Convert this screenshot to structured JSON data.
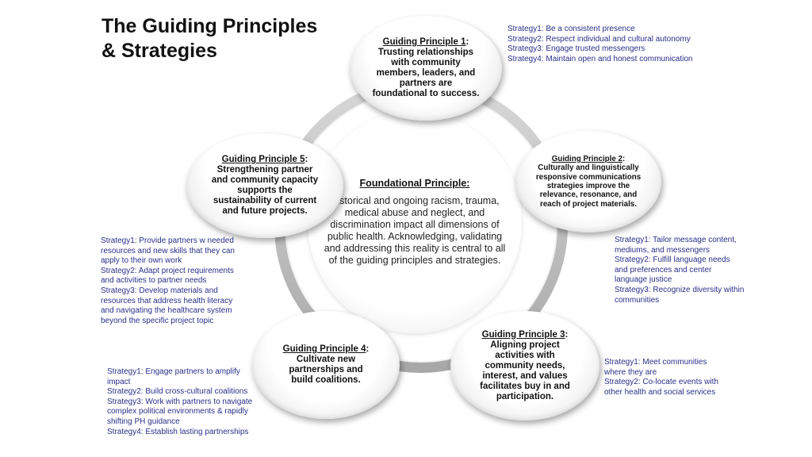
{
  "title": {
    "line1": "The Guiding Principles",
    "line2": "& Strategies"
  },
  "foundational": {
    "title": "Foundational Principle:",
    "body": "Historical and ongoing racism, trauma, medical abuse and neglect, and discrimination impact all dimensions of public health. Acknowledging, validating and addressing this reality is central to all of the guiding principles and strategies."
  },
  "principles": [
    {
      "title": "Guiding Principle 1",
      "text": "Trusting relationships with community members, leaders, and partners are foundational to success."
    },
    {
      "title": "Guiding Principle 2",
      "text": "Culturally and linguistically responsive communications strategies improve the relevance, resonance, and reach of project materials."
    },
    {
      "title": "Guiding Principle 3",
      "text": "Aligning project activities with community needs, interest, and values facilitates buy in and participation."
    },
    {
      "title": "Guiding Principle 4",
      "text": "Cultivate new partnerships and build coalitions."
    },
    {
      "title": "Guiding Principle 5",
      "text": "Strengthening partner and community capacity supports the sustainability of current and future projects."
    }
  ],
  "strategies": {
    "gp1": [
      "Strategy1: Be a consistent presence",
      "Strategy2: Respect individual and cultural autonomy",
      "Strategy3: Engage trusted messengers",
      "Strategy4: Maintain open and honest communication"
    ],
    "gp2": [
      "Strategy1: Tailor message content,",
      "mediums, and messengers",
      "Strategy2: Fulfill language needs",
      "and preferences and center",
      "language justice",
      "Strategy3: Recognize diversity within",
      "communities"
    ],
    "gp3": [
      "Strategy1: Meet communities",
      "where they are",
      "Strategy2: Co-locate events with",
      "other health and social services"
    ],
    "gp4": [
      "Strategy1: Engage partners to amplify",
      "impact",
      "Strategy2: Build cross-cultural coalitions",
      "Strategy3: Work with partners to navigate",
      "complex political environments & rapidly",
      "shifting PH guidance",
      "Strategy4: Establish lasting partnerships"
    ],
    "gp5": [
      "Strategy1: Provide partners w needed",
      "resources and new skills that they can",
      "apply to their own work",
      "Strategy2: Adapt project requirements",
      "and activities to partner needs",
      "Strategy3: Develop materials and",
      "resources that address health literacy",
      "and navigating the healthcare system",
      "beyond the specific project topic"
    ]
  }
}
